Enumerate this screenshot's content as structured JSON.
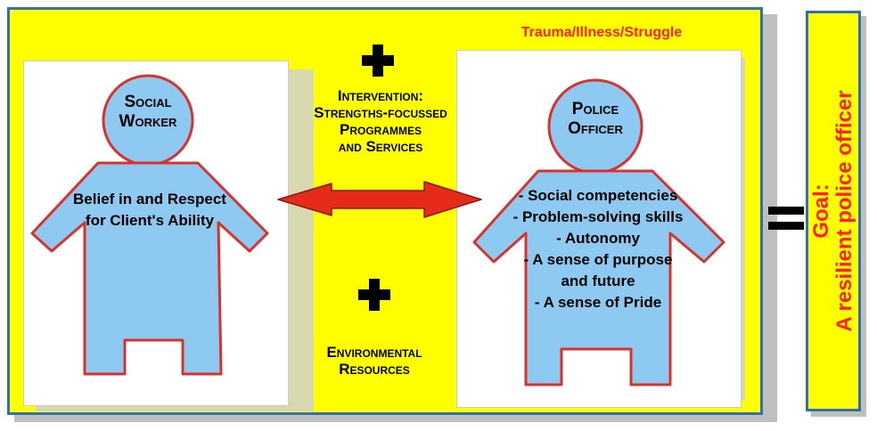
{
  "header": {
    "trauma_label": "Trauma/Illness/Struggle"
  },
  "left_figure": {
    "head_label": "Social Worker",
    "body_label": "Belief in and Respect for Client's Ability"
  },
  "right_figure": {
    "head_label": "Police Officer",
    "qualities": [
      "- Social competencies",
      "- Problem-solving skills",
      "- Autonomy",
      "- A sense of purpose",
      "and future",
      "- A sense of Pride"
    ]
  },
  "center": {
    "intervention_lines": [
      "Intervention:",
      "Strengths-focussed",
      "Programmes",
      "and Services"
    ],
    "environmental_lines": [
      "Environmental",
      "Resources"
    ],
    "plus_symbol": "✚"
  },
  "equals_symbol": "=",
  "goal": {
    "line1": "Goal:",
    "line2": "A resilient police officer"
  },
  "colors": {
    "frame": "#2f6fb3",
    "background": "#ffff00",
    "figure_fill": "#8ec9f2",
    "figure_outline": "#d9322b",
    "arrow": "#e52b1a",
    "goal_text": "#ff2020"
  }
}
